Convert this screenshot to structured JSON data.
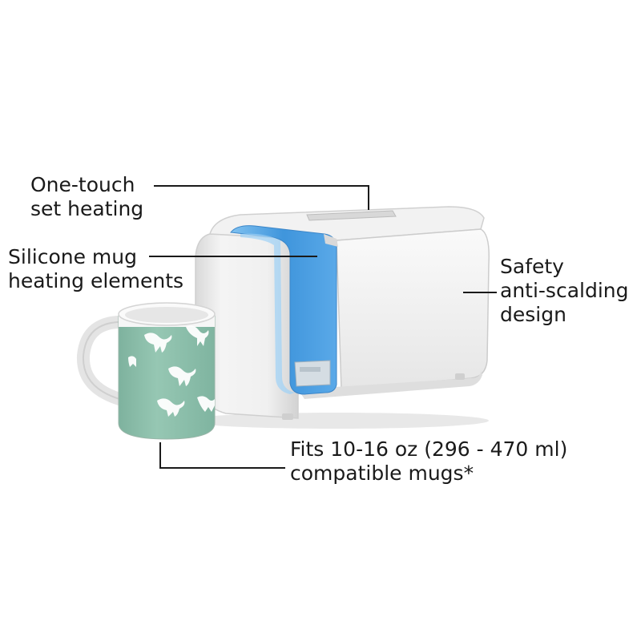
{
  "callouts": {
    "one_touch": {
      "line1": "One-touch",
      "line2": "set heating"
    },
    "silicone": {
      "line1": "Silicone mug",
      "line2": "heating elements"
    },
    "safety": {
      "line1": "Safety",
      "line2": "anti-scalding",
      "line3": "design"
    },
    "fits": {
      "line1": "Fits 10-16 oz (296 - 470 ml)",
      "line2": "compatible mugs*"
    }
  },
  "colors": {
    "heater_blue": "#4a9ee3",
    "mug_green": "#8dbfab",
    "device_white": "#eeeeee",
    "leader_line": "#1a1a1a"
  }
}
